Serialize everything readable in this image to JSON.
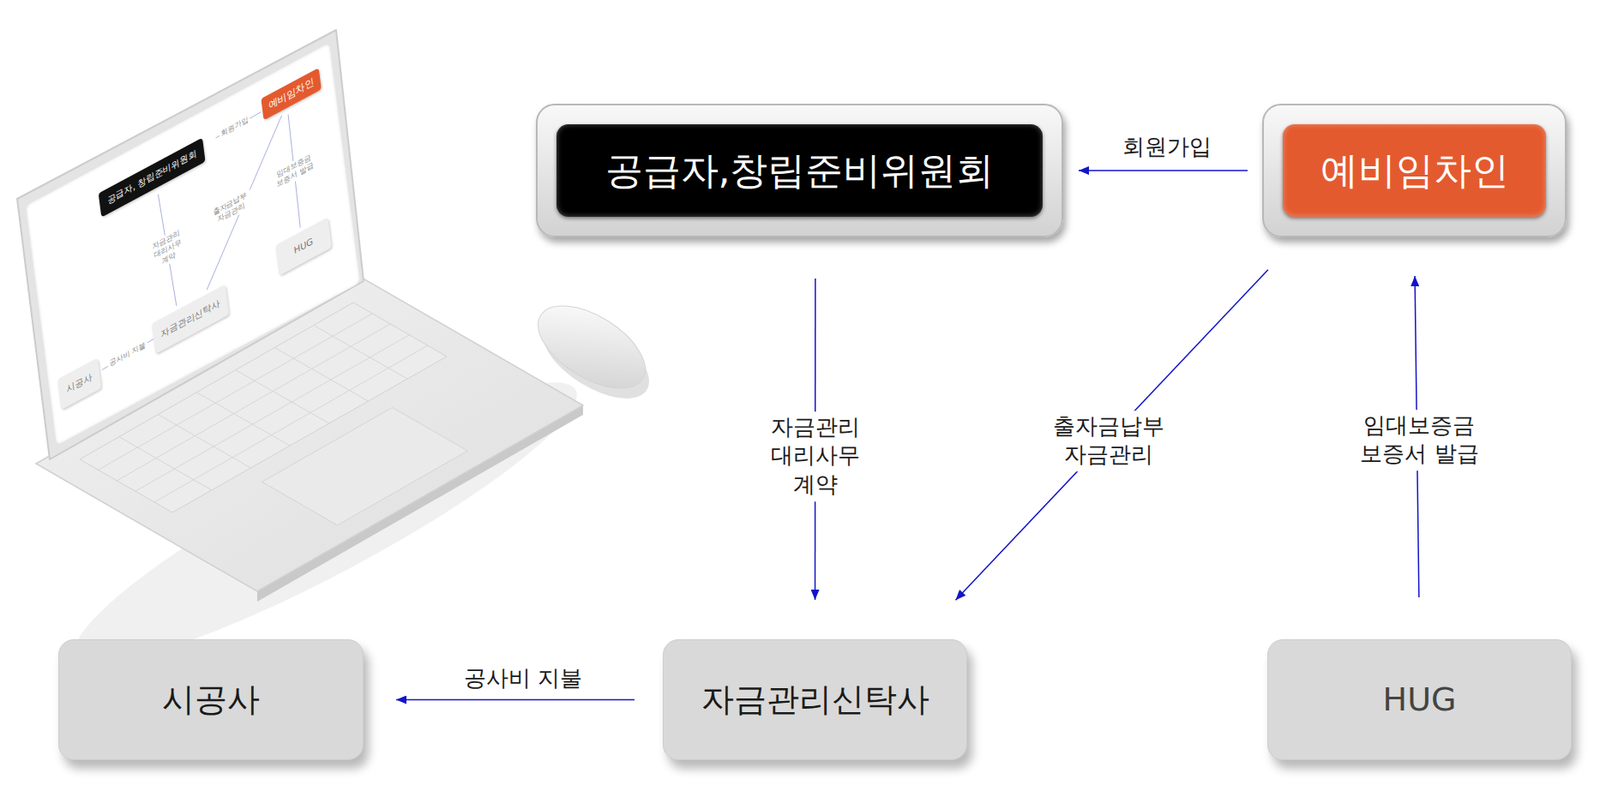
{
  "diagram": {
    "nodes": [
      {
        "text": [
          "공급자,창립준비위원회"
        ]
      },
      {
        "text": [
          "예비임차인"
        ]
      },
      {
        "text": [
          "시공사"
        ]
      },
      {
        "text": [
          "자금관리신탁사"
        ]
      },
      {
        "text": [
          "HUG"
        ]
      }
    ],
    "edges": [
      {
        "from": 1,
        "to": 0,
        "arrow": "to",
        "label": "회원가입"
      },
      {
        "from": 0,
        "to": 3,
        "arrow": "to",
        "label": "자금관리 대리사무 계약"
      },
      {
        "from": 1,
        "to": 3,
        "arrow": "to",
        "label": "출자금납부 자금관리"
      },
      {
        "from": 4,
        "to": 1,
        "arrow": "to",
        "label": "임대보증금 보증서 발급"
      },
      {
        "from": 3,
        "to": 2,
        "arrow": "to",
        "label": "공사비 지불"
      }
    ],
    "labels": [
      "예비임차인",
      "회원가입",
      "공급자, 창립준비위원회",
      "자금관리 대리사무 계약",
      "출자금납부 자금관리",
      "임대보증금 보증서 발급",
      "HUG",
      "자금관리신탁사",
      "공사비 지불",
      "시공사"
    ]
  }
}
